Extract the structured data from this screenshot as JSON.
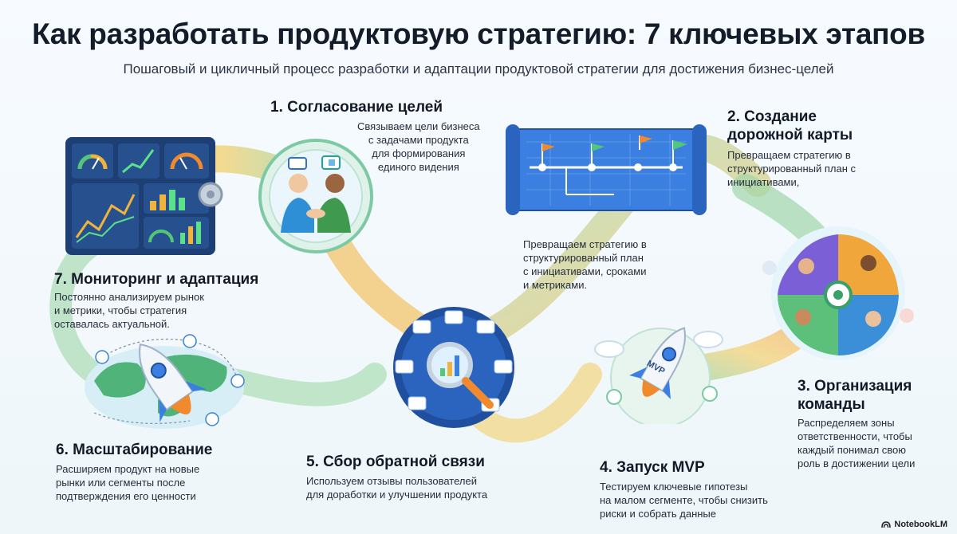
{
  "title": "Как разработать продуктовую стратегию: 7 ключевых этапов",
  "subtitle": "Пошаговый и цикличный процесс разработки и адаптации продуктовой стратегии для достижения бизнес-целей",
  "steps": [
    {
      "title": "1. Согласование целей",
      "desc": [
        "Связываем цели бизнеса",
        "с задачами продукта",
        "для формирования",
        "единого видения"
      ]
    },
    {
      "title": [
        "2. Создание",
        "дорожной карты"
      ],
      "desc": [
        "Превращаем стратегию в",
        "структурированный план с",
        "инициативами,"
      ],
      "desc_extra": [
        "Превращаем стратегию в",
        "структурированный план",
        "с инициативами, сроками",
        "и метриками."
      ]
    },
    {
      "title": [
        "3. Организация",
        "команды"
      ],
      "desc": [
        "Распределяем зоны",
        "ответственности, чтобы",
        "каждый понимал свою",
        "роль в достижении цели"
      ]
    },
    {
      "title": "4. Запуск MVP",
      "desc": [
        "Тестируем ключевые гипотезы",
        "на малом сегменте, чтобы снизить",
        "риски и собрать данные"
      ],
      "badge": "MVP"
    },
    {
      "title": "5. Сбор обратной связи",
      "desc": [
        "Используем отзывы пользователей",
        "для доработки и улучшении продукта"
      ]
    },
    {
      "title": "6. Масштабирование",
      "desc": [
        "Расширяем продукт на новые",
        "рынки или сегменты после",
        "подтверждения его ценности"
      ]
    },
    {
      "title": "7. Мониторинг и адаптация",
      "desc": [
        "Постоянно анализируем рынок",
        "и метрики, чтобы стратегия",
        "оставалась актуальной."
      ]
    }
  ],
  "brand": "NotebookLM",
  "colors": {
    "ribbon_green": "#8fd19b",
    "ribbon_yellow": "#f4cf6b",
    "ribbon_orange": "#f3b26a",
    "blue": "#2f6fcf",
    "teal": "#1fa3a0",
    "orange": "#f08a2c"
  },
  "icons": [
    "handshake-icon",
    "roadmap-icon",
    "team-puzzle-icon",
    "rocket-icon",
    "magnifier-icon",
    "globe-rocket-icon",
    "dashboard-icon"
  ]
}
